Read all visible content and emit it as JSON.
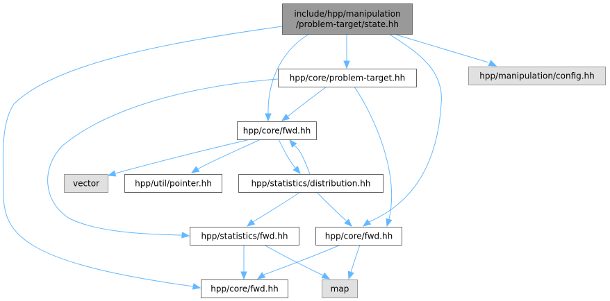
{
  "diagram": {
    "type": "include-dependency-graph",
    "colors": {
      "edge": "#63b8ff",
      "root_fill": "#999999",
      "normal_fill": "#ffffff",
      "external_fill": "#e0e0e0",
      "border": "#666666"
    },
    "nodes": [
      {
        "id": "root",
        "kind": "root",
        "lines": [
          "include/hpp/manipulation",
          "/problem-target/state.hh"
        ]
      },
      {
        "id": "problem_target",
        "kind": "normal",
        "lines": [
          "hpp/core/problem-target.hh"
        ]
      },
      {
        "id": "config",
        "kind": "external",
        "lines": [
          "hpp/manipulation/config.hh"
        ]
      },
      {
        "id": "core_fwd_a",
        "kind": "normal",
        "lines": [
          "hpp/core/fwd.hh"
        ]
      },
      {
        "id": "vector",
        "kind": "external",
        "lines": [
          "vector"
        ]
      },
      {
        "id": "pointer",
        "kind": "normal",
        "lines": [
          "hpp/util/pointer.hh"
        ]
      },
      {
        "id": "distribution",
        "kind": "normal",
        "lines": [
          "hpp/statistics/distribution.hh"
        ]
      },
      {
        "id": "stat_fwd",
        "kind": "normal",
        "lines": [
          "hpp/statistics/fwd.hh"
        ]
      },
      {
        "id": "core_fwd_b",
        "kind": "normal",
        "lines": [
          "hpp/core/fwd.hh"
        ]
      },
      {
        "id": "core_fwd_c",
        "kind": "normal",
        "lines": [
          "hpp/core/fwd.hh"
        ]
      },
      {
        "id": "map",
        "kind": "external",
        "lines": [
          "map"
        ]
      }
    ],
    "edges": [
      {
        "from": "root",
        "to": "problem_target"
      },
      {
        "from": "root",
        "to": "config"
      },
      {
        "from": "root",
        "to": "core_fwd_a"
      },
      {
        "from": "root",
        "to": "core_fwd_b"
      },
      {
        "from": "root",
        "to": "core_fwd_c"
      },
      {
        "from": "problem_target",
        "to": "core_fwd_a"
      },
      {
        "from": "problem_target",
        "to": "stat_fwd"
      },
      {
        "from": "problem_target",
        "to": "core_fwd_b"
      },
      {
        "from": "core_fwd_a",
        "to": "vector"
      },
      {
        "from": "core_fwd_a",
        "to": "pointer"
      },
      {
        "from": "core_fwd_a",
        "to": "distribution"
      },
      {
        "from": "distribution",
        "to": "core_fwd_a"
      },
      {
        "from": "distribution",
        "to": "stat_fwd"
      },
      {
        "from": "distribution",
        "to": "core_fwd_b"
      },
      {
        "from": "stat_fwd",
        "to": "core_fwd_c"
      },
      {
        "from": "stat_fwd",
        "to": "map"
      },
      {
        "from": "core_fwd_b",
        "to": "core_fwd_c"
      },
      {
        "from": "core_fwd_b",
        "to": "map"
      }
    ]
  }
}
